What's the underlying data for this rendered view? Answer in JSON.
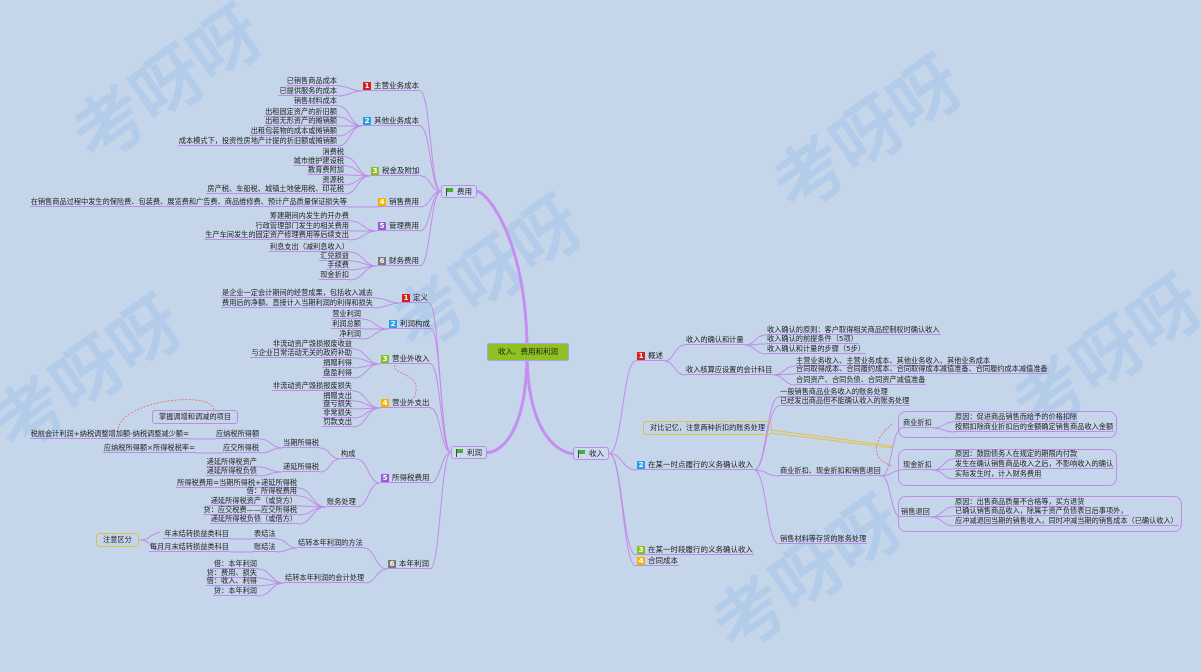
{
  "title": "收入、费用和利润",
  "watermark": "考呀呀",
  "badge_colors": {
    "1": "#d7201c",
    "2": "#2a9fe4",
    "3": "#86c21f",
    "4": "#f5b400",
    "5": "#9a5bd8",
    "6": "#7a7a7a"
  },
  "line_color": "#c08be8",
  "expense": {
    "label": "费用",
    "groups": [
      {
        "num": "1",
        "label": "主营业务成本",
        "items": [
          "已销售商品成本",
          "已提供服务的成本"
        ]
      },
      {
        "num": "2",
        "label": "其他业务成本",
        "items": [
          "销售材料成本",
          "出租固定资产的折旧额",
          "出租无形资产的摊销额",
          "出租包装物的成本或摊销额",
          "成本模式下，投资性房地产计提的折旧额或摊销额"
        ]
      },
      {
        "num": "3",
        "label": "税金及附加",
        "items": [
          "消费税",
          "城市维护建设税",
          "教育费附加",
          "资源税",
          "房产税、车船税、城镇土地使用税、印花税"
        ]
      },
      {
        "num": "4",
        "label": "销售费用",
        "items": [
          "在销售商品过程中发生的保险费、包装费、展览费和广告费、商品维修费、预计产品质量保证损失等"
        ]
      },
      {
        "num": "5",
        "label": "管理费用",
        "items": [
          "筹建期间内发生的开办费",
          "行政管理部门发生的相关费用",
          "生产车间发生的固定资产修理费用等后续支出"
        ]
      },
      {
        "num": "6",
        "label": "财务费用",
        "items": [
          "利息支出（减利息收入）",
          "汇兑损益",
          "手续费",
          "现金折扣"
        ]
      }
    ]
  },
  "profit": {
    "label": "利润",
    "groups": [
      {
        "num": "1",
        "label": "定义",
        "items": [
          "是企业一定会计期间的经营成果，包括收入减去",
          "费用后的净额、直接计入当期利润的利得和损失"
        ]
      },
      {
        "num": "2",
        "label": "利润构成",
        "items": [
          "营业利润",
          "利润总额",
          "净利润"
        ]
      },
      {
        "num": "3",
        "label": "营业外收入",
        "items": [
          "非流动资产毁损报废收益",
          "与企业日常活动无关的政府补助",
          "捐赠利得",
          "盘盈利得"
        ]
      },
      {
        "num": "4",
        "label": "营业外支出",
        "items": [
          "非流动资产毁损报废损失",
          "捐赠支出",
          "盘亏损失",
          "非常损失",
          "罚款支出"
        ]
      },
      {
        "num": "5",
        "label": "所得税费用",
        "composition": {
          "label": "构成",
          "current": {
            "label": "当期所得税",
            "taxable": {
              "label": "应纳税所得额",
              "formula": "税前会计利润+纳税调整增加额-纳税调整减少额="
            },
            "payable": {
              "label": "应交所得税",
              "formula": "应纳税所得额×所得税税率="
            }
          },
          "deferred": {
            "label": "递延所得税",
            "items": [
              "递延所得税资产",
              "递延所得税负债"
            ]
          }
        },
        "accounting": {
          "label": "账务处理",
          "items": [
            "所得税费用=当期所得税+递延所得税",
            "借：所得税费用",
            "递延所得税资产（或贷方）",
            "贷：应交税费——应交所得税",
            "递延所得税负债（或借方）"
          ]
        }
      },
      {
        "num": "6",
        "label": "本年利润",
        "methods": {
          "label": "结转本年利润的方法",
          "table": {
            "label": "表结法",
            "desc": "年末结转损益类科目"
          },
          "account": {
            "label": "账结法",
            "desc": "每月月末结转损益类科目"
          }
        },
        "entries": {
          "label": "结转本年利润的会计处理",
          "items": [
            "借：本年利润",
            "贷：费用、损失",
            "借：收入、利得",
            "贷：本年利润"
          ]
        }
      }
    ],
    "callouts": {
      "adjust": "掌握调增和调减的项目",
      "distinguish": "注意区分"
    }
  },
  "revenue": {
    "label": "收入",
    "groups": [
      {
        "num": "1",
        "label": "概述",
        "recognition": {
          "label": "收入的确认和计量",
          "items": [
            "收入确认的原则：客户取得相关商品控制权时确认收入",
            "收入确认的前提条件（5项）",
            "收入确认和计量的步骤（5步）"
          ]
        },
        "accounts": {
          "label": "收入核算应设置的会计科目",
          "items": [
            "主营业务收入、主营业务成本、其他业务收入、其他业务成本",
            "合同取得成本、合同履约成本、合同取得成本减值准备、合同履约成本减值准备",
            "合同资产、合同负债、合同资产减值准备"
          ]
        }
      },
      {
        "num": "2",
        "label": "在某一时点履行的义务确认收入",
        "general": "一般销售商品业务收入的账务处理",
        "shipped": "已经发出商品但不能确认收入的账务处理",
        "discounts": {
          "label": "商业折扣、现金折扣和销售退回",
          "types": [
            {
              "label": "商业折扣",
              "items": [
                "原因：促进商品销售而给予的价格扣除",
                "按照扣除商业折扣后的金额确定销售商品收入金额"
              ]
            },
            {
              "label": "现金折扣",
              "items": [
                "原因：鼓励债务人在规定的期限内付款",
                "发生在确认销售商品收入之后，不影响收入的确认",
                "实际发生时，计入财务费用"
              ]
            },
            {
              "label": "销售退回",
              "items": [
                "原因：出售商品质量不合格等，买方退货",
                "已确认销售商品收入，除属于资产负债表日后事项外，",
                "应冲减退回当期的销售收入，同时冲减当期的销售成本（已确认收入）"
              ]
            }
          ]
        },
        "materials": "销售材料等存货的账务处理"
      },
      {
        "num": "3",
        "label": "在某一时段履行的义务确认收入"
      },
      {
        "num": "4",
        "label": "合同成本"
      }
    ],
    "callout": "对比记忆，注意两种折扣的账务处理"
  }
}
